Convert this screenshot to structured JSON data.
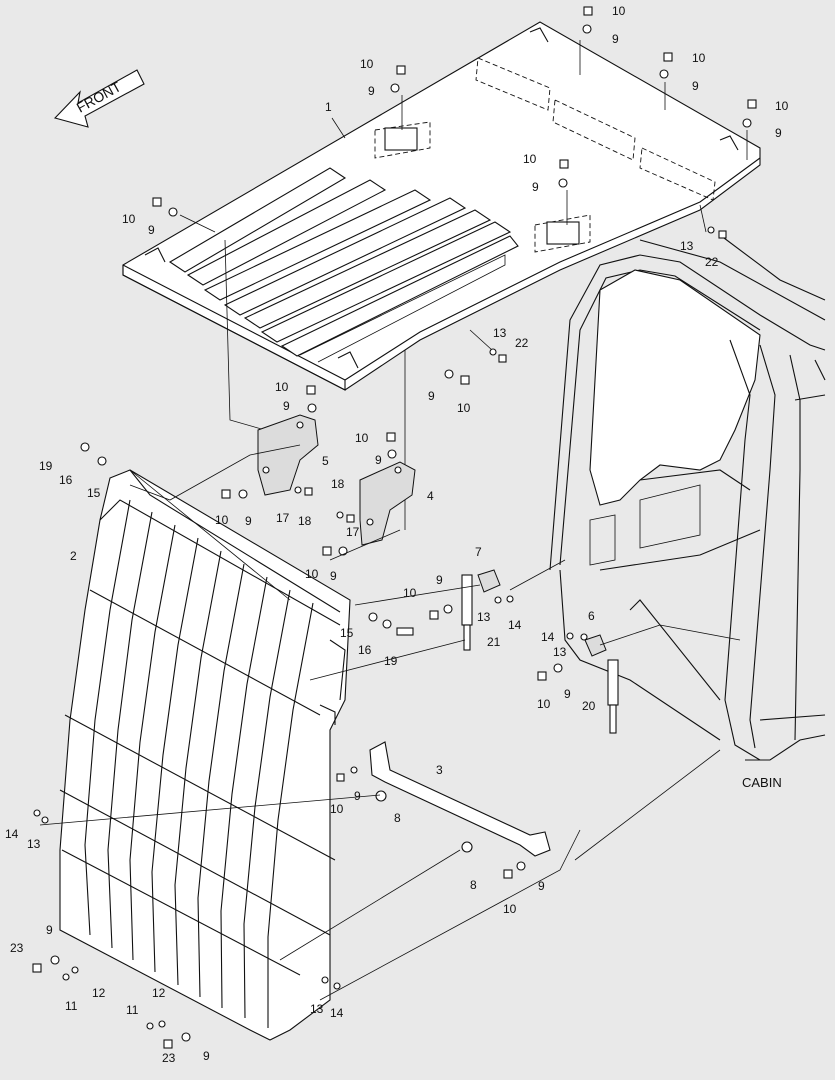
{
  "front_label": "FRONT",
  "cabin_label": "CABIN",
  "callouts": [
    {
      "id": "c10a",
      "text": "10"
    },
    {
      "id": "c9a",
      "text": "9"
    },
    {
      "id": "c10b",
      "text": "10"
    },
    {
      "id": "c9b",
      "text": "9"
    },
    {
      "id": "c10c",
      "text": "10"
    },
    {
      "id": "c9c",
      "text": "9"
    },
    {
      "id": "c10d",
      "text": "10"
    },
    {
      "id": "c9d",
      "text": "9"
    },
    {
      "id": "c1",
      "text": "1"
    },
    {
      "id": "c10e",
      "text": "10"
    },
    {
      "id": "c9e",
      "text": "9"
    },
    {
      "id": "c10f",
      "text": "10"
    },
    {
      "id": "c9f",
      "text": "9"
    },
    {
      "id": "c13a",
      "text": "13"
    },
    {
      "id": "c22a",
      "text": "22"
    },
    {
      "id": "c13b",
      "text": "13"
    },
    {
      "id": "c22b",
      "text": "22"
    },
    {
      "id": "c9g",
      "text": "9"
    },
    {
      "id": "c10g",
      "text": "10"
    },
    {
      "id": "c10h",
      "text": "10"
    },
    {
      "id": "c9h",
      "text": "9"
    },
    {
      "id": "c10i",
      "text": "10"
    },
    {
      "id": "c9i",
      "text": "9"
    },
    {
      "id": "c5",
      "text": "5"
    },
    {
      "id": "c4",
      "text": "4"
    },
    {
      "id": "c19a",
      "text": "19"
    },
    {
      "id": "c16a",
      "text": "16"
    },
    {
      "id": "c15a",
      "text": "15"
    },
    {
      "id": "c10j",
      "text": "10"
    },
    {
      "id": "c9j",
      "text": "9"
    },
    {
      "id": "c17a",
      "text": "17"
    },
    {
      "id": "c18a",
      "text": "18"
    },
    {
      "id": "c18b",
      "text": "18"
    },
    {
      "id": "c17b",
      "text": "17"
    },
    {
      "id": "c2",
      "text": "2"
    },
    {
      "id": "c10k",
      "text": "10"
    },
    {
      "id": "c9k",
      "text": "9"
    },
    {
      "id": "c7",
      "text": "7"
    },
    {
      "id": "c9l",
      "text": "9"
    },
    {
      "id": "c10l",
      "text": "10"
    },
    {
      "id": "c13c",
      "text": "13"
    },
    {
      "id": "c14a",
      "text": "14"
    },
    {
      "id": "c15b",
      "text": "15"
    },
    {
      "id": "c16b",
      "text": "16"
    },
    {
      "id": "c19b",
      "text": "19"
    },
    {
      "id": "c21",
      "text": "21"
    },
    {
      "id": "c6",
      "text": "6"
    },
    {
      "id": "c14b",
      "text": "14"
    },
    {
      "id": "c13d",
      "text": "13"
    },
    {
      "id": "c9m",
      "text": "9"
    },
    {
      "id": "c10m",
      "text": "10"
    },
    {
      "id": "c20",
      "text": "20"
    },
    {
      "id": "c3",
      "text": "3"
    },
    {
      "id": "c9n",
      "text": "9"
    },
    {
      "id": "c10n",
      "text": "10"
    },
    {
      "id": "c8a",
      "text": "8"
    },
    {
      "id": "c14c",
      "text": "14"
    },
    {
      "id": "c13e",
      "text": "13"
    },
    {
      "id": "c8b",
      "text": "8"
    },
    {
      "id": "c9o",
      "text": "9"
    },
    {
      "id": "c10o",
      "text": "10"
    },
    {
      "id": "c23a",
      "text": "23"
    },
    {
      "id": "c9p",
      "text": "9"
    },
    {
      "id": "c11a",
      "text": "11"
    },
    {
      "id": "c12a",
      "text": "12"
    },
    {
      "id": "c12b",
      "text": "12"
    },
    {
      "id": "c11b",
      "text": "11"
    },
    {
      "id": "c23b",
      "text": "23"
    },
    {
      "id": "c9q",
      "text": "9"
    },
    {
      "id": "c13f",
      "text": "13"
    },
    {
      "id": "c14d",
      "text": "14"
    }
  ]
}
